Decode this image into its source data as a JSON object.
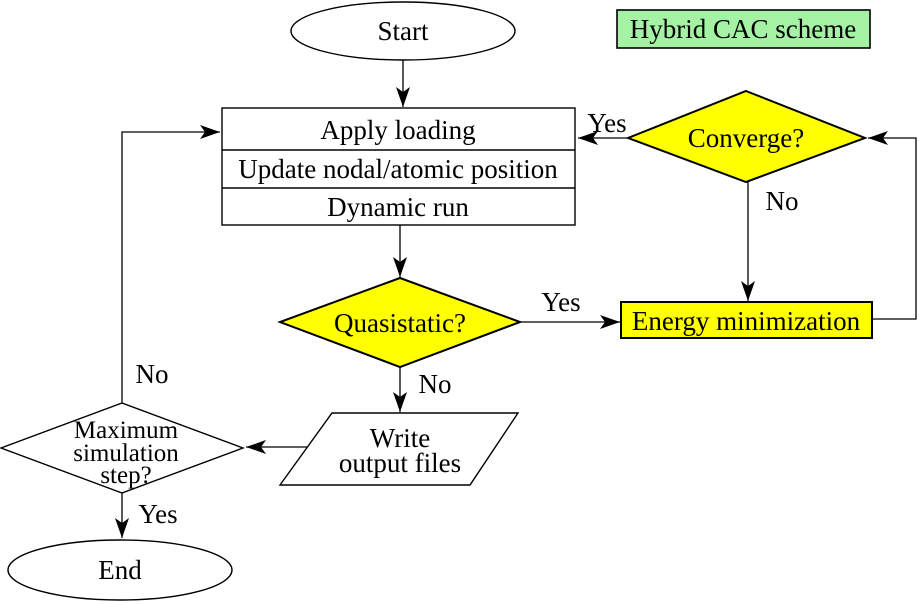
{
  "scheme_label": {
    "text": "Hybrid CAC scheme"
  },
  "colors": {
    "decision_yellow": "#ffff00",
    "scheme_green": "#a5f2a5"
  },
  "nodes": {
    "start": {
      "label": "Start"
    },
    "process": {
      "rows": {
        "row1": "Apply loading",
        "row2": "Update nodal/atomic position",
        "row3": "Dynamic run"
      }
    },
    "converge": {
      "label": "Converge?"
    },
    "quasistatic": {
      "label": "Quasistatic?"
    },
    "energy": {
      "label": "Energy minimization"
    },
    "write_output": {
      "line1": "Write",
      "line2": "output files"
    },
    "max_step": {
      "line1": "Maximum",
      "line2": "simulation",
      "line3": "step?"
    },
    "end": {
      "label": "End"
    }
  },
  "edge_labels": {
    "converge_yes": "Yes",
    "converge_no": "No",
    "quasistatic_yes": "Yes",
    "quasistatic_no": "No",
    "max_step_no": "No",
    "max_step_yes": "Yes"
  }
}
